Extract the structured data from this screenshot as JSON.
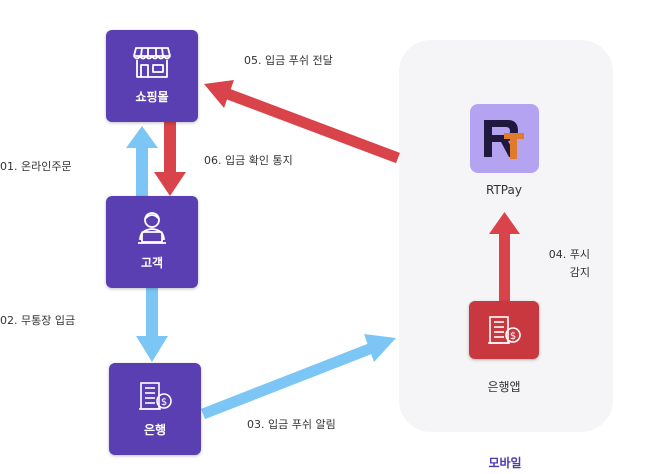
{
  "nodes": {
    "shop": "쇼핑몰",
    "customer": "고객",
    "bank": "은행",
    "bank_app": "은행앱",
    "rtpay": "RTPay"
  },
  "groups": {
    "mobile": "모바일"
  },
  "steps": {
    "s01": "01. 온라인주문",
    "s02": "02. 무통장 입금",
    "s03": "03. 입금 푸쉬 알림",
    "s04_line1": "04. 푸시",
    "s04_line2": "감지",
    "s05": "05. 입금 푸쉬 전달",
    "s06": "06. 입금 확인 통지"
  },
  "colors": {
    "node_purple": "#5a3fb3",
    "node_red": "#c8383e",
    "arrow_blue": "#7cc6f5",
    "arrow_red": "#d9434a",
    "rtpay_bg": "#b3a3f0",
    "mobile_panel": "#f5f5f7"
  },
  "icons": {
    "shop": "storefront-icon",
    "customer": "user-laptop-icon",
    "bank": "bank-building-icon",
    "bank_app": "bank-building-icon",
    "rtpay": "rtpay-logo-icon"
  }
}
